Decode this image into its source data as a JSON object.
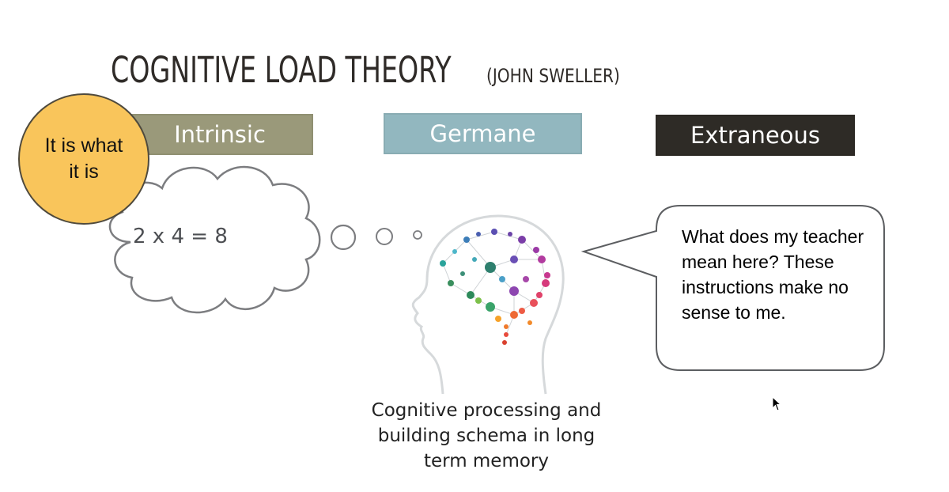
{
  "slide": {
    "title": "COGNITIVE LOAD THEORY",
    "subtitle": "(JOHN SWELLER)"
  },
  "categories": [
    {
      "label": "Intrinsic",
      "color": "#9a997a"
    },
    {
      "label": "Germane",
      "color": "#92b7bf"
    },
    {
      "label": "Extraneous",
      "color": "#2e2b26"
    }
  ],
  "badge": {
    "text": "It is what it is",
    "color": "#f9c55b"
  },
  "thought_cloud": {
    "equation": "2 x 4 = 8"
  },
  "speech_bubble": {
    "text": "What does my teacher mean here? These instructions make no sense to me."
  },
  "head_graphic": {
    "icon": "brain-network-head-icon"
  },
  "caption": {
    "text": "Cognitive processing and building schema in long term memory"
  },
  "cursor": {
    "icon": "mouse-pointer-icon"
  }
}
